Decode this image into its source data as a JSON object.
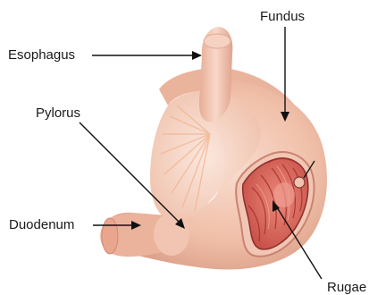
{
  "labels": {
    "fundus": "Fundus",
    "esophagus": "Esophagus",
    "pylorus": "Pylorus",
    "duodenum": "Duodenum",
    "rugae": "Rugae"
  },
  "colors": {
    "stomach_outer": "#efb9a3",
    "stomach_light": "#f7d9cb",
    "stomach_shadow": "#d99a84",
    "rugae_fill": "#d65a52",
    "rugae_fold": "#b53a3a",
    "cut_edge": "#8a2f2c",
    "pointer": "#111111"
  }
}
